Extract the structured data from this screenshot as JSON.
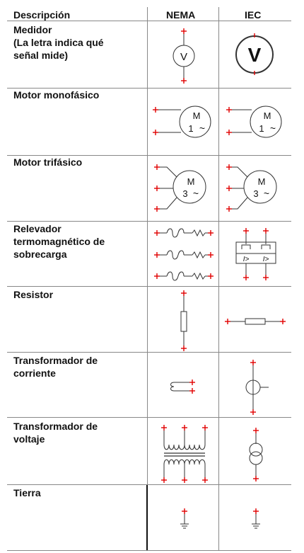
{
  "headers": {
    "description": "Descripción",
    "nema": "NEMA",
    "iec": "IEC"
  },
  "rows": [
    {
      "label": "Medidor\n(La letra indica qué\nseñal mide)"
    },
    {
      "label": "Motor monofásico"
    },
    {
      "label": "Motor trifásico"
    },
    {
      "label": "Relevador\ntermomagnético de\nsobrecarga"
    },
    {
      "label": "Resistor"
    },
    {
      "label": "Transformador de\ncorriente"
    },
    {
      "label": "Transformador de\nvoltaje"
    },
    {
      "label": "Tierra"
    }
  ],
  "symbol_text": {
    "meter_letter": "V",
    "motor_letter": "M",
    "single_phase": "1",
    "three_phase": "3",
    "tilde": "~",
    "overload_mark": "I>"
  },
  "colors": {
    "terminal": "#e00000",
    "line": "#333333",
    "grid": "#888888"
  }
}
